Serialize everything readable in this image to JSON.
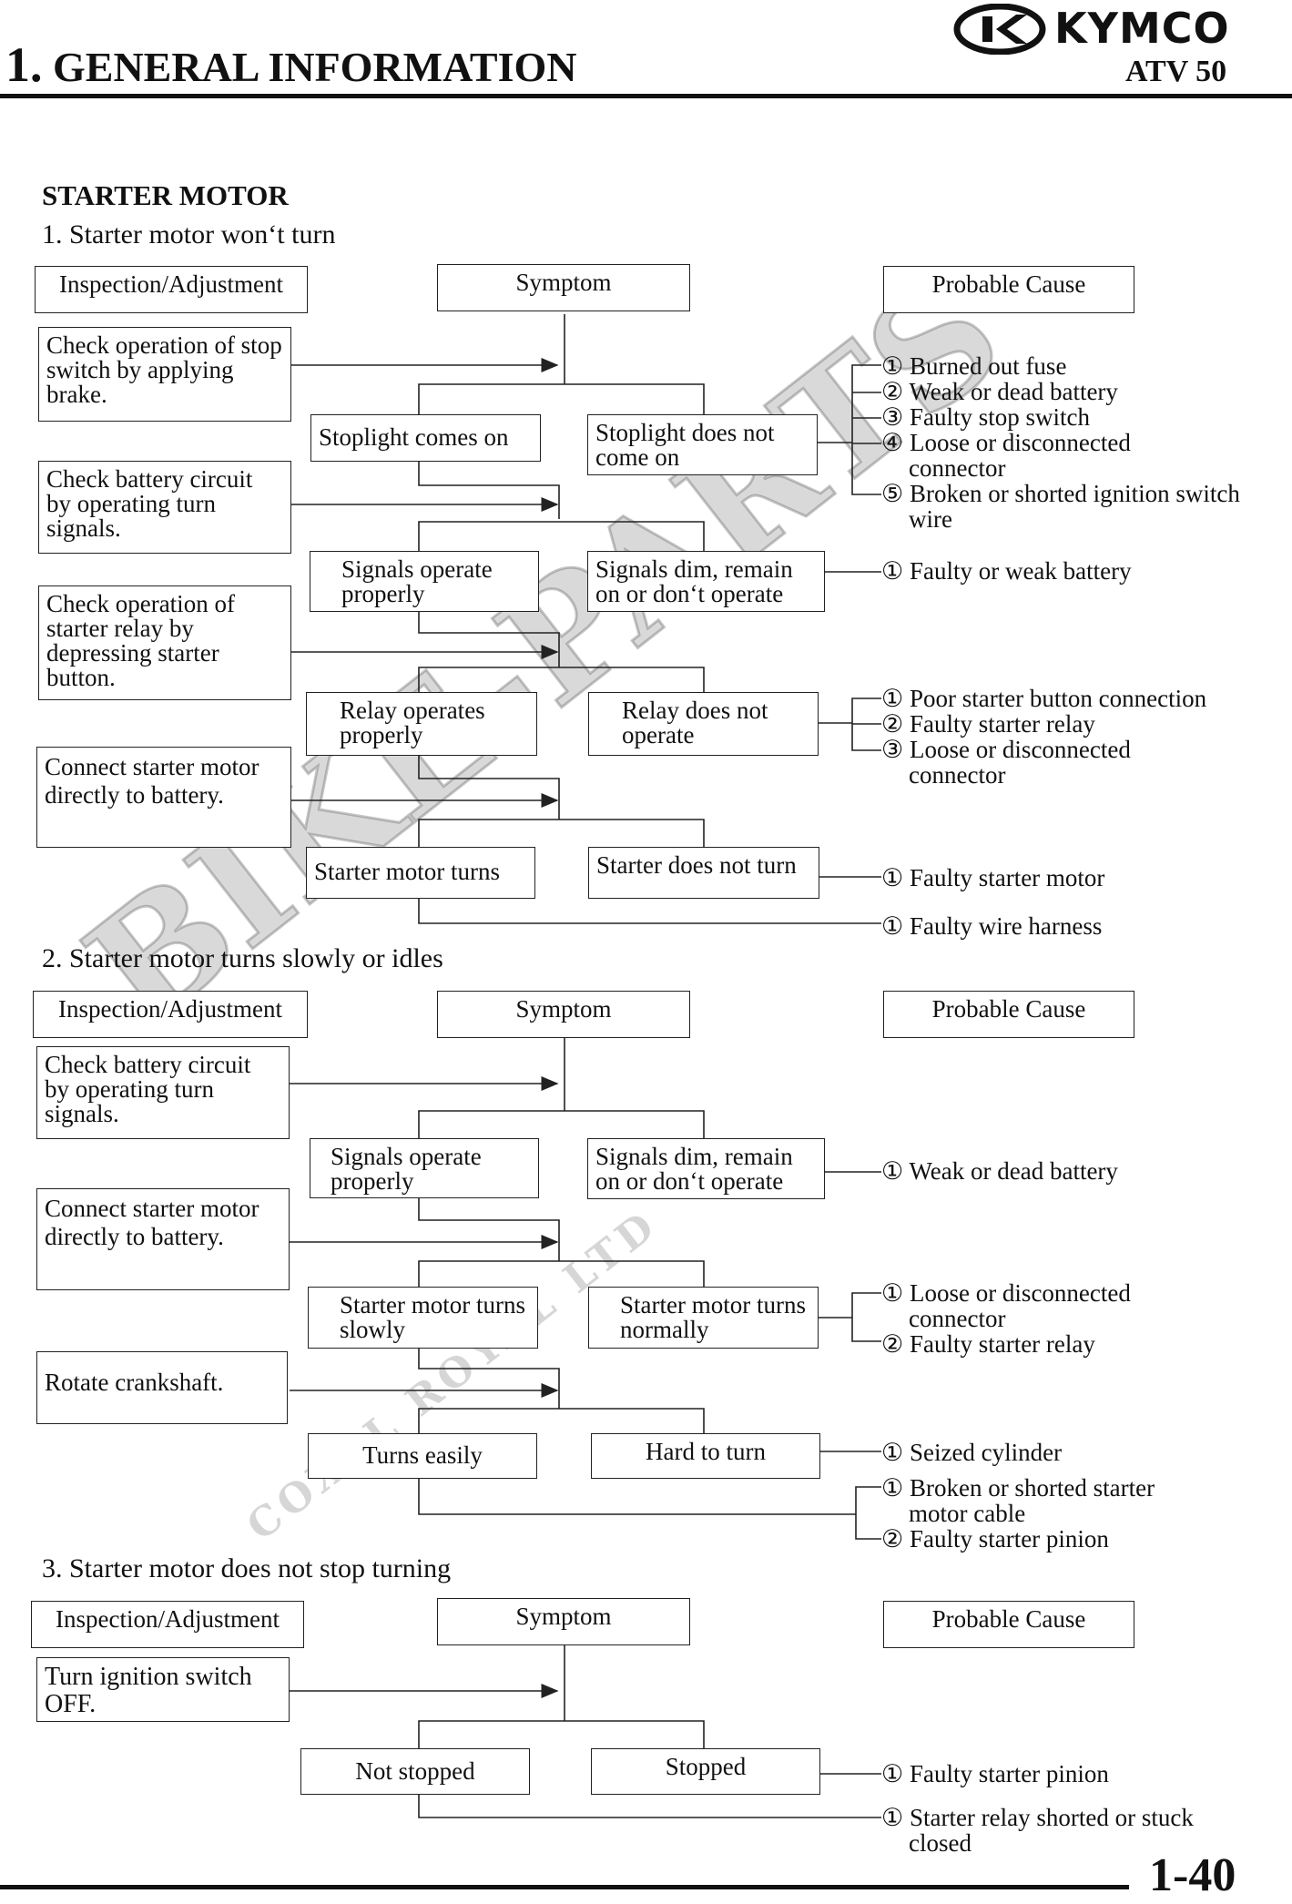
{
  "header": {
    "chapter_num": "1.",
    "chapter_title": "GENERAL INFORMATION",
    "brand": "KYMCO",
    "model": "ATV 50"
  },
  "heading": "STARTER MOTOR",
  "col_headers": {
    "inspection": "Inspection/Adjustment",
    "symptom": "Symptom",
    "cause": "Probable Cause"
  },
  "sections": [
    {
      "title": "1. Starter motor won‘t turn",
      "checks": [
        "Check operation of stop switch by applying brake.",
        "Check battery circuit by operating turn signals.",
        "Check operation of starter relay by depressing starter button.",
        "Connect starter motor directly to battery."
      ],
      "symptoms": [
        [
          "Stoplight comes on",
          "Stoplight does not come on"
        ],
        [
          "Signals operate properly",
          "Signals dim, remain on or don‘t operate"
        ],
        [
          "Relay operates properly",
          "Relay does not operate"
        ],
        [
          "Starter motor turns",
          "Starter does not turn"
        ]
      ],
      "causes": [
        [
          "① Burned out fuse",
          "② Weak or dead battery",
          "③ Faulty stop switch",
          "④ Loose or disconnected connector",
          "⑤ Broken or shorted ignition switch wire"
        ],
        [
          "① Faulty or weak battery"
        ],
        [
          "① Poor starter button connection",
          "② Faulty starter relay",
          "③ Loose or disconnected connector"
        ],
        [
          "① Faulty starter motor"
        ],
        [
          "① Faulty wire harness"
        ]
      ]
    },
    {
      "title": "2. Starter motor turns slowly or idles",
      "checks": [
        "Check battery circuit by operating turn signals.",
        "Connect starter motor directly to battery.",
        "Rotate crankshaft."
      ],
      "symptoms": [
        [
          "Signals operate properly",
          "Signals dim, remain on or don‘t operate"
        ],
        [
          "Starter motor turns slowly",
          "Starter motor turns normally"
        ],
        [
          "Turns easily",
          "Hard to turn"
        ]
      ],
      "causes": [
        [
          "① Weak or dead battery"
        ],
        [
          "① Loose or disconnected connector",
          "② Faulty starter relay"
        ],
        [
          "① Seized cylinder"
        ],
        [
          "① Broken or shorted starter motor cable",
          "② Faulty starter pinion"
        ]
      ]
    },
    {
      "title": "3. Starter motor does not stop turning",
      "checks": [
        "Turn ignition switch OFF."
      ],
      "symptoms": [
        [
          "Not stopped",
          "Stopped"
        ]
      ],
      "causes": [
        [
          "① Faulty starter pinion"
        ],
        [
          "① Starter relay shorted or stuck closed"
        ]
      ]
    }
  ],
  "watermark": "BIKE-PARTS",
  "watermark_sub": "COXAL ROYAL LTD",
  "page_number": "1-40"
}
